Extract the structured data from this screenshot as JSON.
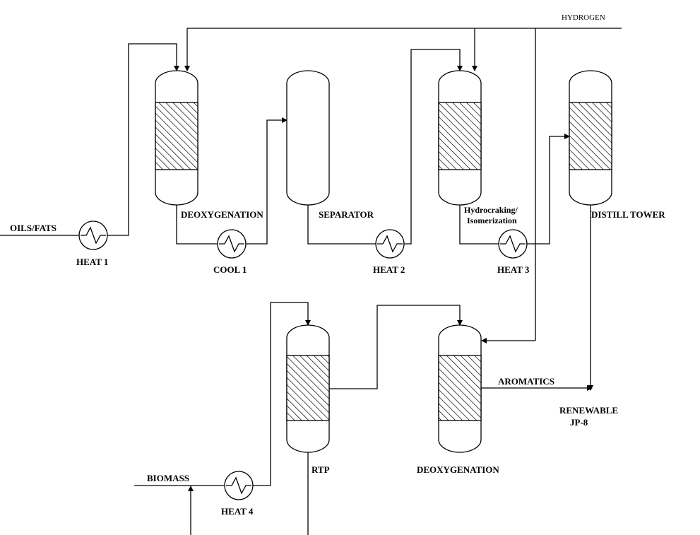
{
  "streams": {
    "hydrogen": "HYDROGEN",
    "oils_fats": "OILS/FATS",
    "biomass": "BIOMASS",
    "aromatics": "AROMATICS"
  },
  "product": {
    "line1": "RENEWABLE",
    "line2": "JP-8"
  },
  "units": {
    "deoxygenation_top": "DEOXYGENATION",
    "separator": "SEPARATOR",
    "hydrocracking_line1": "Hydrocraking/",
    "hydrocracking_line2": "Isomerization",
    "distill_tower": "DISTILL TOWER",
    "rtp": "RTP",
    "deoxygenation_bottom": "DEOXYGENATION"
  },
  "heat_exchangers": {
    "heat1": "HEAT 1",
    "cool1": "COOL 1",
    "heat2": "HEAT 2",
    "heat3": "HEAT 3",
    "heat4": "HEAT 4"
  },
  "colors": {
    "line": "#000000",
    "background": "#ffffff"
  }
}
